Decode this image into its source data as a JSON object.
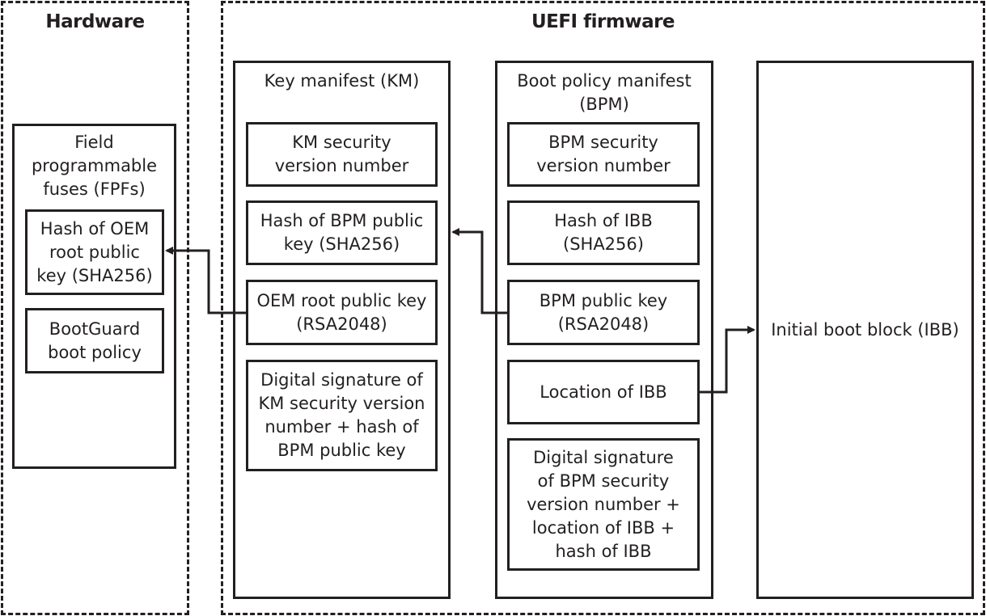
{
  "hardware": {
    "title": "Hardware",
    "fpf": {
      "label": "Field\nprogrammable\nfuses (FPFs)",
      "items": [
        {
          "label": "Hash of OEM\nroot public\nkey (SHA256)"
        },
        {
          "label": "BootGuard\nboot policy"
        }
      ]
    }
  },
  "uefi": {
    "title": "UEFI firmware",
    "km": {
      "label": "Key manifest (KM)",
      "items": [
        {
          "label": "KM security\nversion number"
        },
        {
          "label": "Hash of BPM public\nkey (SHA256)"
        },
        {
          "label": "OEM root public key\n(RSA2048)"
        },
        {
          "label": "Digital signature of\nKM security version\nnumber + hash of\nBPM public key"
        }
      ]
    },
    "bpm": {
      "label": "Boot policy manifest\n(BPM)",
      "items": [
        {
          "label": "BPM security\nversion number"
        },
        {
          "label": "Hash of IBB\n(SHA256)"
        },
        {
          "label": "BPM public key\n(RSA2048)"
        },
        {
          "label": "Location of IBB"
        },
        {
          "label": "Digital signature\nof BPM security\nversion number +\nlocation of IBB +\nhash of IBB"
        }
      ]
    },
    "ibb": {
      "label": "Initial boot block (IBB)"
    }
  }
}
